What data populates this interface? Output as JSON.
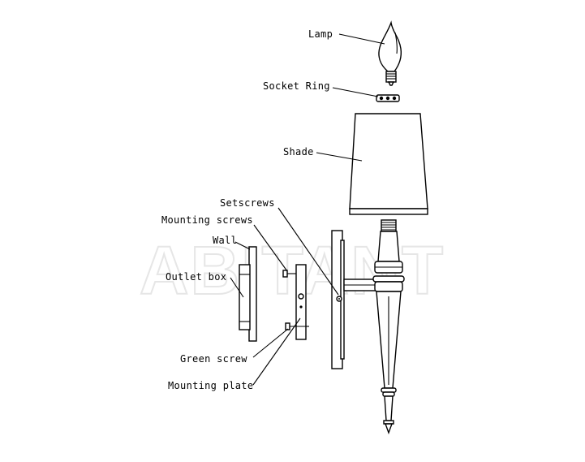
{
  "labels": {
    "lamp": "Lamp",
    "socket_ring": "Socket Ring",
    "shade": "Shade",
    "setscrews": "Setscrews",
    "mounting_screws": "Mounting screws",
    "wall": "Wall",
    "outlet_box": "Outlet box",
    "green_screw": "Green screw",
    "mounting_plate": "Mounting plate"
  },
  "watermark": "ABITANT"
}
